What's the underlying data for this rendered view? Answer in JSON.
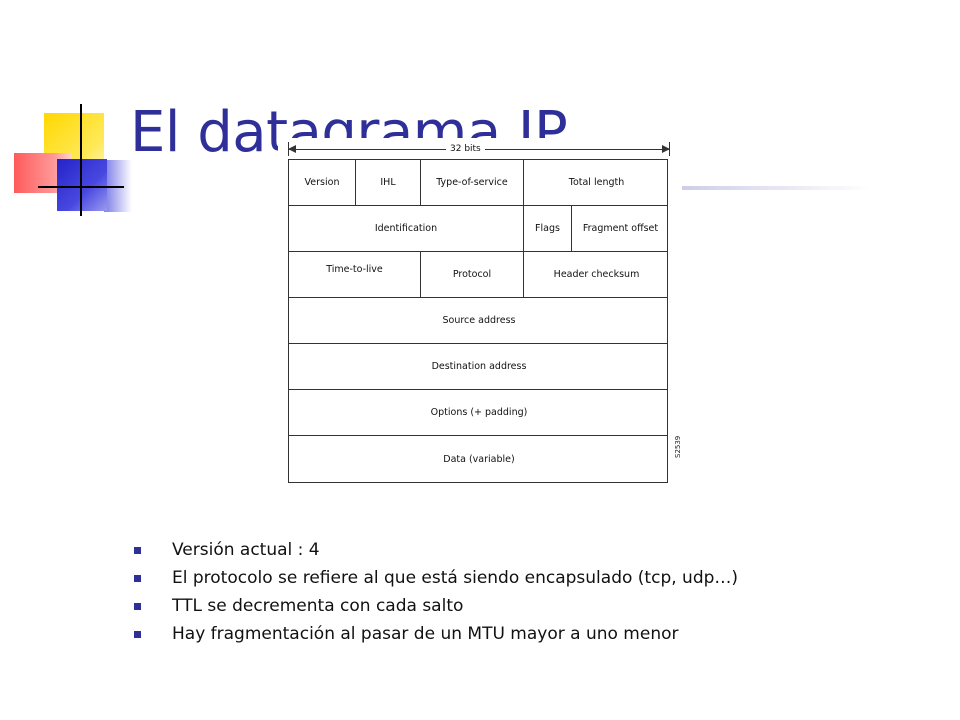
{
  "slide": {
    "title": "El datagrama IP",
    "bullets": [
      "Versión actual : 4",
      "El protocolo se refiere al que está siendo encapsulado (tcp, udp…)",
      "TTL se decrementa con cada salto",
      "Hay fragmentación al pasar de un MTU mayor a uno menor"
    ]
  },
  "figure": {
    "width_label": "32 bits",
    "code": "S2539",
    "rows": [
      [
        "Version",
        "IHL",
        "Type-of-service",
        "Total length"
      ],
      [
        "Identification",
        "Flags",
        "Fragment offset"
      ],
      [
        "Time-to-live",
        "Protocol",
        "Header checksum"
      ],
      [
        "Source address"
      ],
      [
        "Destination address"
      ],
      [
        "Options (+ padding)"
      ],
      [
        "Data (variable)"
      ]
    ]
  },
  "colors": {
    "title": "#2f2f9a",
    "bullet": "#2f2f9a",
    "logo_yellow": "#ffd800",
    "logo_red": "#ff5a5a",
    "logo_blue": "#2323c8"
  }
}
